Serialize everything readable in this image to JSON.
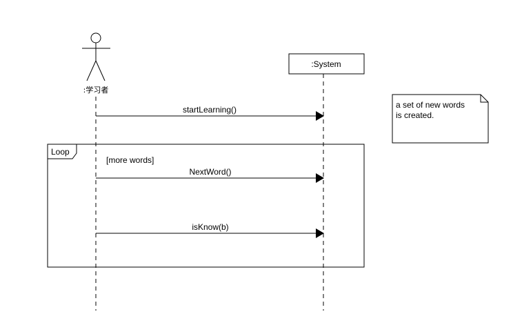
{
  "diagram": {
    "type": "sequence",
    "actor": {
      "label": ":学习者"
    },
    "system": {
      "label": ":System"
    },
    "note": {
      "line1": "a set of new words",
      "line2": "is created."
    },
    "loop": {
      "label": "Loop",
      "guard": "[more words]"
    },
    "messages": [
      {
        "label": "startLearning()"
      },
      {
        "label": "NextWord()"
      },
      {
        "label": "isKnow(b)"
      }
    ]
  }
}
